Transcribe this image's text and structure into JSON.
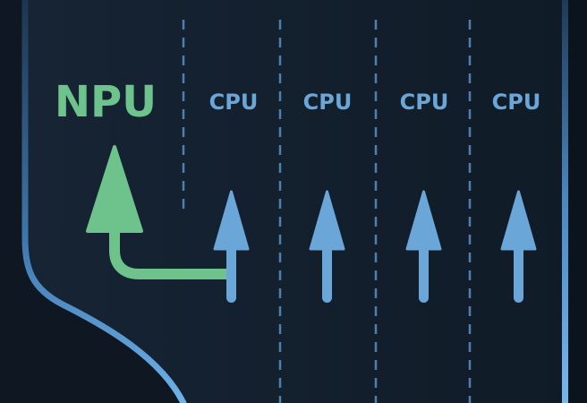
{
  "labels": {
    "npu": "NPU",
    "cpu_columns": [
      "CPU",
      "CPU",
      "CPU",
      "CPU"
    ]
  },
  "colors": {
    "background": "#0f1823",
    "panel": "#131f2c",
    "npu": "#6dc38b",
    "cpu": "#6aa6d7",
    "dashed_divider": "#4f7fae",
    "edge_glow": "#5d9ed6"
  },
  "icons": {
    "npu_arrow": "arrow-up-icon",
    "cpu_arrow": "arrow-up-icon"
  }
}
